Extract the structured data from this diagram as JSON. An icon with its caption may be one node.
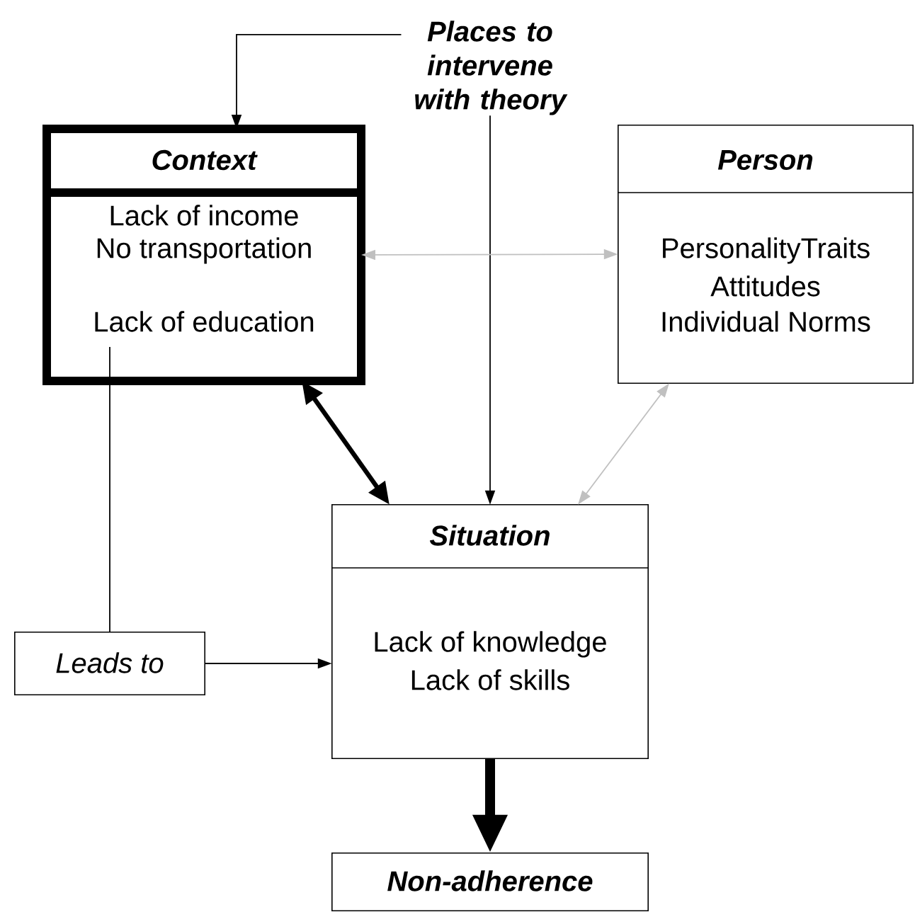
{
  "diagram": {
    "nodes": [
      {
        "text": [
          "Places to intervene with theory"
        ]
      },
      {
        "text": [
          "Context",
          "Lack of income",
          "No transportation",
          "Lack of education"
        ]
      },
      {
        "text": [
          "Person",
          "PersonalityTraits",
          "Attitudes",
          "Individual Norms"
        ]
      },
      {
        "text": [
          "Situation",
          "Lack of knowledge",
          "Lack of skills"
        ]
      },
      {
        "text": [
          "Leads to"
        ]
      },
      {
        "text": [
          "Non-adherence"
        ]
      }
    ],
    "edges": [
      {
        "from": 0,
        "to": 1,
        "arrow": "to"
      },
      {
        "from": 0,
        "to": 3,
        "arrow": "to"
      },
      {
        "from": 1,
        "to": 2,
        "arrow": "both",
        "color": "#c0c0c0"
      },
      {
        "from": 1,
        "to": 3,
        "arrow": "both",
        "style": "thick"
      },
      {
        "from": 2,
        "to": 3,
        "arrow": "both",
        "color": "#c0c0c0"
      },
      {
        "from": 1,
        "to": 4,
        "arrow": "none"
      },
      {
        "from": 4,
        "to": 3,
        "arrow": "to"
      },
      {
        "from": 3,
        "to": 5,
        "arrow": "to",
        "style": "thick"
      }
    ]
  }
}
